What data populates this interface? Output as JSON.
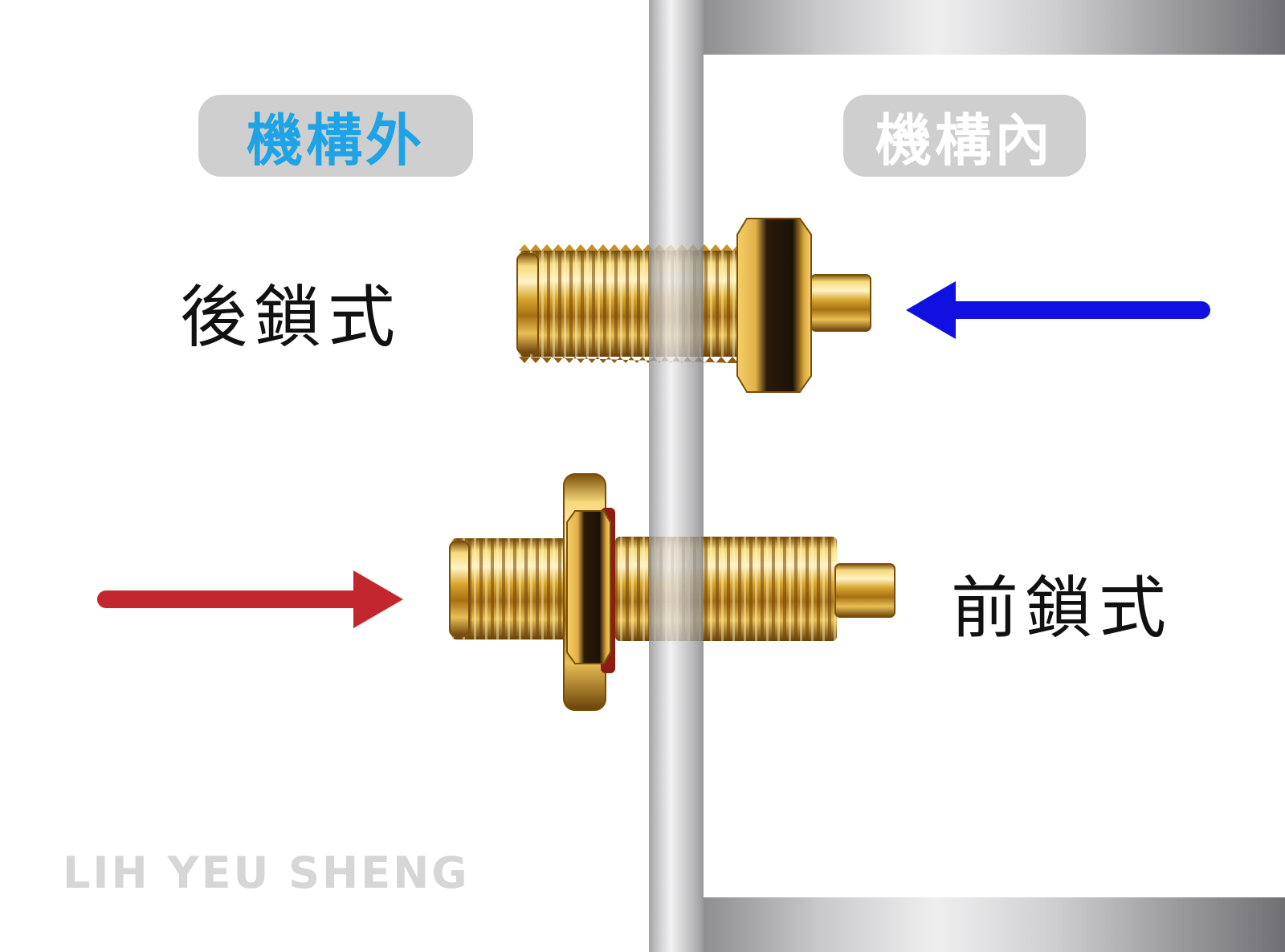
{
  "regions": {
    "outside_label": "機構外",
    "inside_label": "機構內"
  },
  "mount_types": {
    "rear_lock": "後鎖式",
    "front_lock": "前鎖式"
  },
  "arrows": {
    "rear_lock_arrow_color": "#1010e0",
    "front_lock_arrow_color": "#c1272d"
  },
  "watermark": "LIH YEU SHENG",
  "colors": {
    "outside_label_text": "#1ea3e6",
    "inside_label_text": "#ffffff",
    "pill_background": "#cfcfcf",
    "connector_gold": "#d9a52a"
  }
}
